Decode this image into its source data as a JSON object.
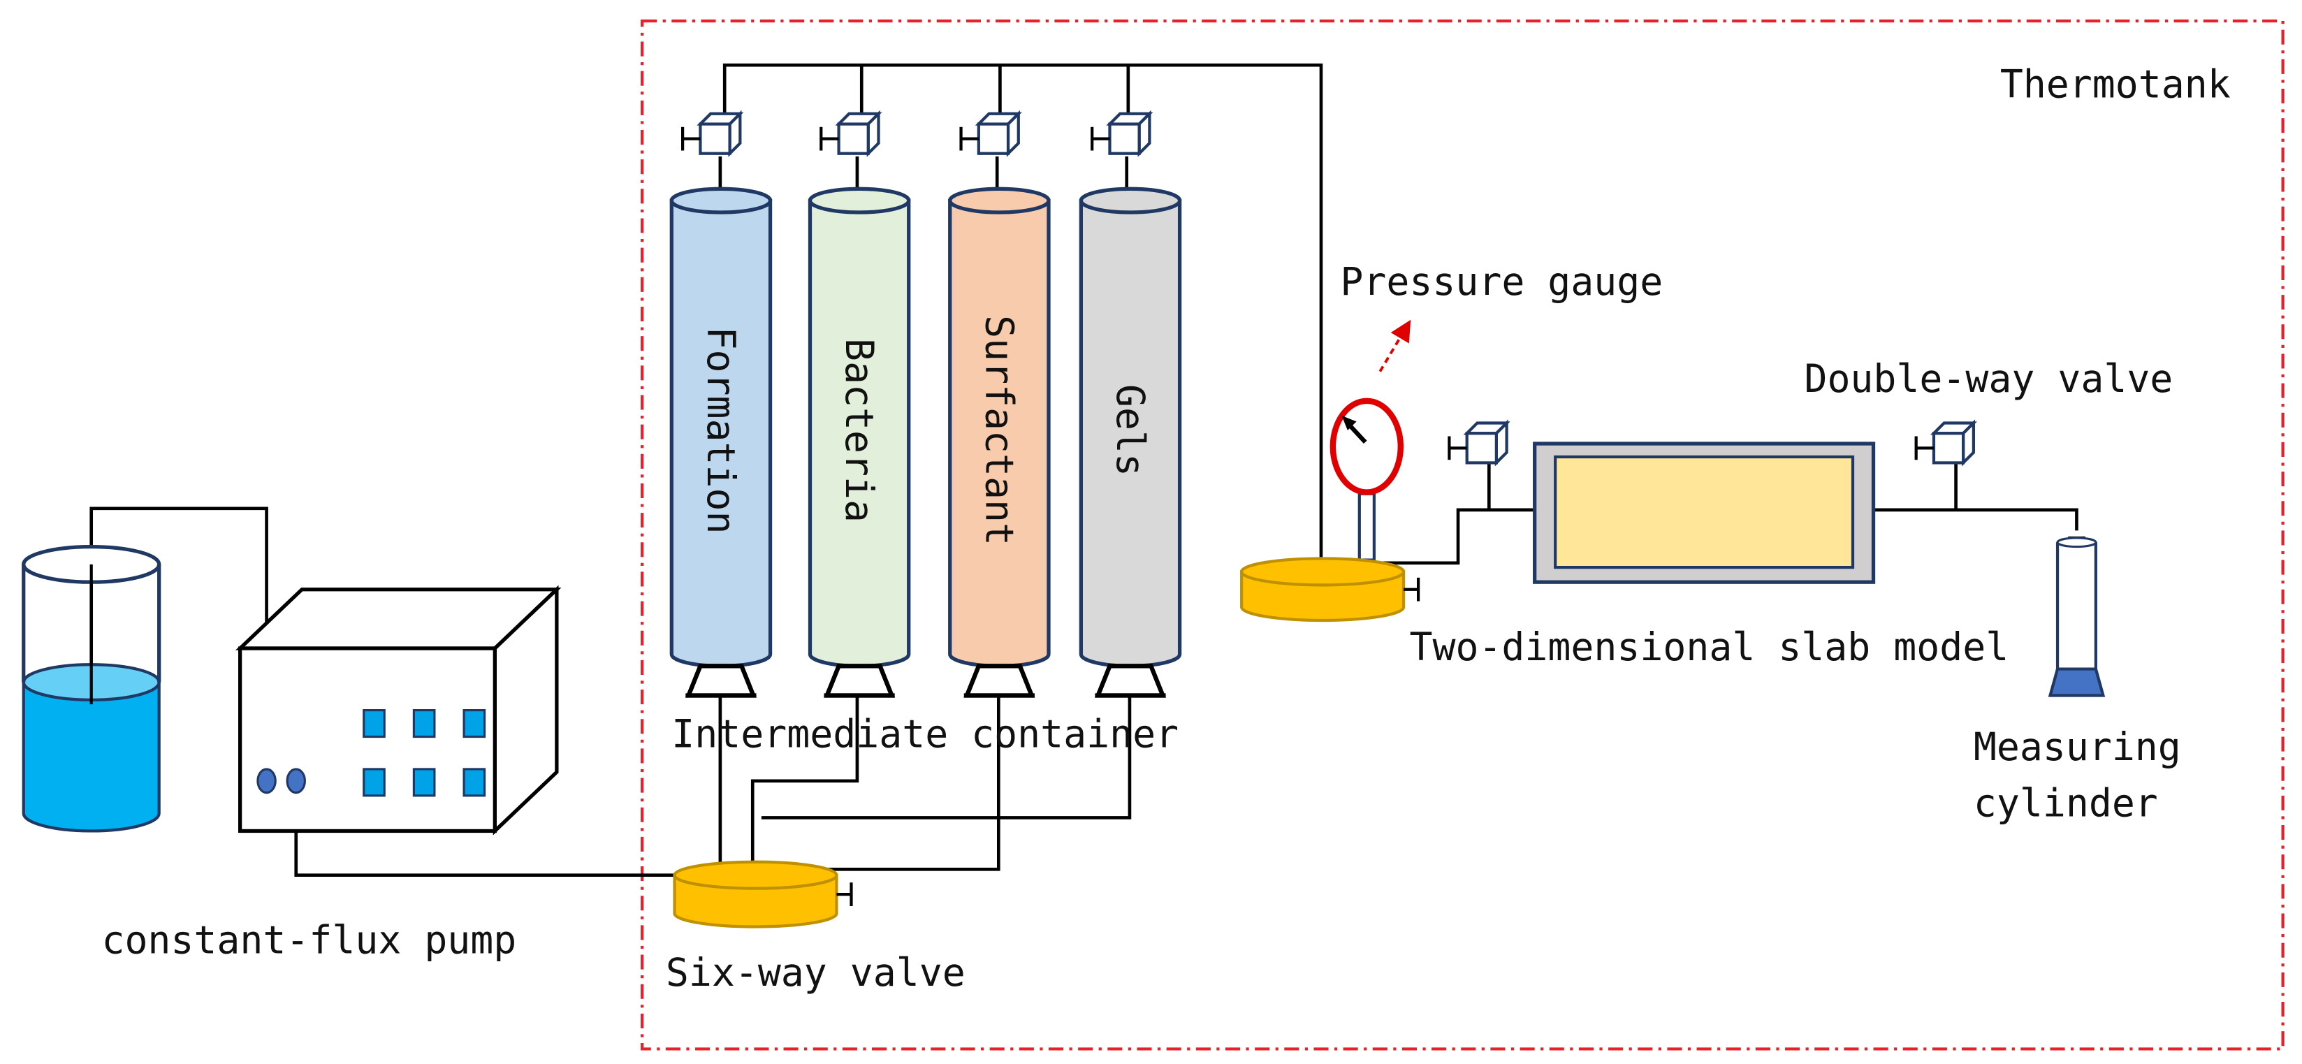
{
  "labels": {
    "thermotank": "Thermotank",
    "pressure_gauge": "Pressure gauge",
    "double_way_valve": "Double-way valve",
    "two_dimensional_slab_model": "Two-dimensional slab model",
    "measuring_cylinder_line1": "Measuring",
    "measuring_cylinder_line2": "cylinder",
    "intermediate_container": "Intermediate container",
    "constant_flux_pump": "constant-flux pump",
    "six_way_valve": "Six-way valve"
  },
  "containers": [
    {
      "label": "Formation",
      "fill": "#BDD7EE"
    },
    {
      "label": "Bacteria",
      "fill": "#E2EFDA"
    },
    {
      "label": "Surfactant",
      "fill": "#F8CBAD"
    },
    {
      "label": "Gels",
      "fill": "#D9D9D9"
    }
  ],
  "colors": {
    "thermotank_border": "#E8202A",
    "valve_body": "#FFC000",
    "water": "#00B0F0",
    "pump_button": "#00A3E8",
    "gauge_ring": "#E00000",
    "slab_core": "#FFE699",
    "slab_frame": "#D0CECE",
    "line_dark": "#1F3864"
  }
}
